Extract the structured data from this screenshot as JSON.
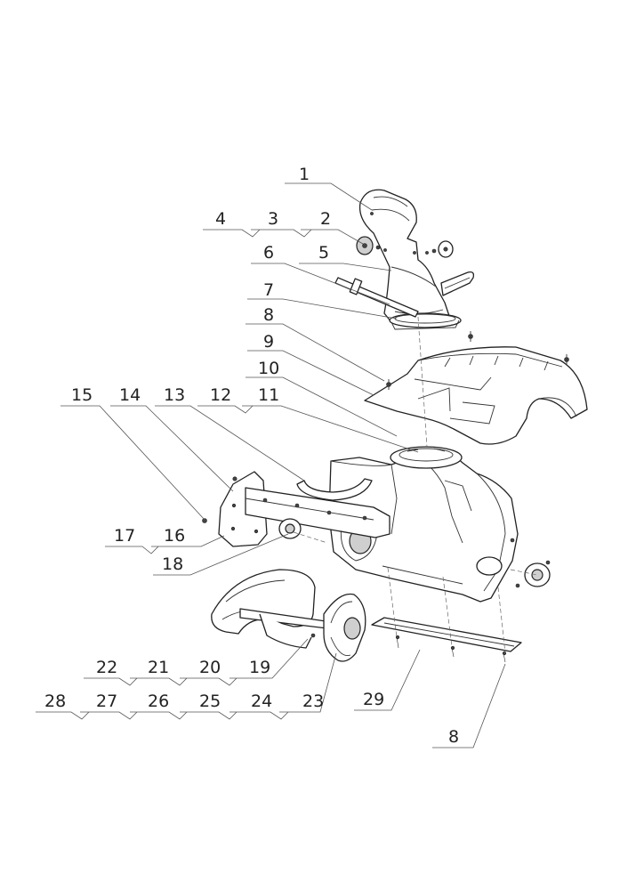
{
  "diagram": {
    "callouts": [
      {
        "id": "c1",
        "label": "1"
      },
      {
        "id": "c2",
        "label": "2"
      },
      {
        "id": "c3",
        "label": "3"
      },
      {
        "id": "c4",
        "label": "4"
      },
      {
        "id": "c5",
        "label": "5"
      },
      {
        "id": "c6",
        "label": "6"
      },
      {
        "id": "c7",
        "label": "7"
      },
      {
        "id": "c8a",
        "label": "8"
      },
      {
        "id": "c9",
        "label": "9"
      },
      {
        "id": "c10",
        "label": "10"
      },
      {
        "id": "c11",
        "label": "11"
      },
      {
        "id": "c12",
        "label": "12"
      },
      {
        "id": "c13",
        "label": "13"
      },
      {
        "id": "c14",
        "label": "14"
      },
      {
        "id": "c15",
        "label": "15"
      },
      {
        "id": "c16",
        "label": "16"
      },
      {
        "id": "c17",
        "label": "17"
      },
      {
        "id": "c18",
        "label": "18"
      },
      {
        "id": "c19",
        "label": "19"
      },
      {
        "id": "c20",
        "label": "20"
      },
      {
        "id": "c21",
        "label": "21"
      },
      {
        "id": "c22",
        "label": "22"
      },
      {
        "id": "c23",
        "label": "23"
      },
      {
        "id": "c24",
        "label": "24"
      },
      {
        "id": "c25",
        "label": "25"
      },
      {
        "id": "c26",
        "label": "26"
      },
      {
        "id": "c27",
        "label": "27"
      },
      {
        "id": "c28",
        "label": "28"
      },
      {
        "id": "c29",
        "label": "29"
      },
      {
        "id": "c8b",
        "label": "8"
      }
    ]
  }
}
